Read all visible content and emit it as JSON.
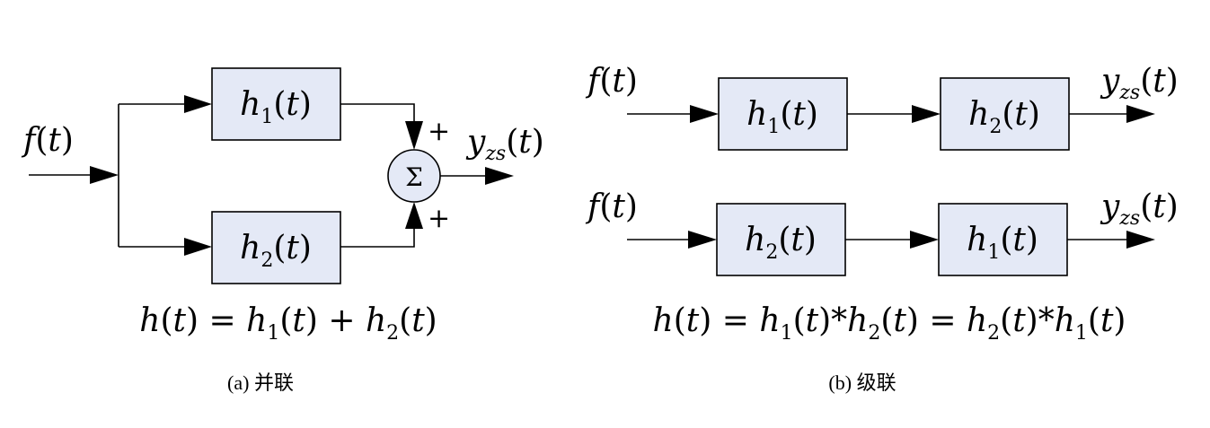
{
  "panel_a": {
    "input": {
      "f": "f",
      "arg": "t"
    },
    "block_top": {
      "h": "h",
      "sub": "1",
      "arg": "t"
    },
    "block_bottom": {
      "h": "h",
      "sub": "2",
      "arg": "t"
    },
    "adder_symbol": "Σ",
    "sign_top": "+",
    "sign_bottom": "+",
    "output": {
      "y": "y",
      "sub": "zs",
      "arg": "t"
    },
    "equation": {
      "lhs": "h",
      "t": "t",
      "eq": "=",
      "h1": "h",
      "s1": "1",
      "op": "+",
      "h2": "h",
      "s2": "2"
    },
    "caption": {
      "label": "(a)",
      "text": "并联"
    }
  },
  "panel_b": {
    "row1": {
      "input": {
        "f": "f",
        "arg": "t"
      },
      "block_left": {
        "h": "h",
        "sub": "1",
        "arg": "t"
      },
      "block_right": {
        "h": "h",
        "sub": "2",
        "arg": "t"
      },
      "output": {
        "y": "y",
        "sub": "zs",
        "arg": "t"
      }
    },
    "row2": {
      "input": {
        "f": "f",
        "arg": "t"
      },
      "block_left": {
        "h": "h",
        "sub": "2",
        "arg": "t"
      },
      "block_right": {
        "h": "h",
        "sub": "1",
        "arg": "t"
      },
      "output": {
        "y": "y",
        "sub": "zs",
        "arg": "t"
      }
    },
    "equation": {
      "lhs": "h",
      "t": "t",
      "eq": "=",
      "h1": "h",
      "s1": "1",
      "conv": "*",
      "h2": "h",
      "s2": "2",
      "eq2": "=",
      "h3": "h",
      "s3": "2",
      "conv2": "*",
      "h4": "h",
      "s4": "1"
    },
    "caption": {
      "label": "(b)",
      "text": "级联"
    }
  }
}
